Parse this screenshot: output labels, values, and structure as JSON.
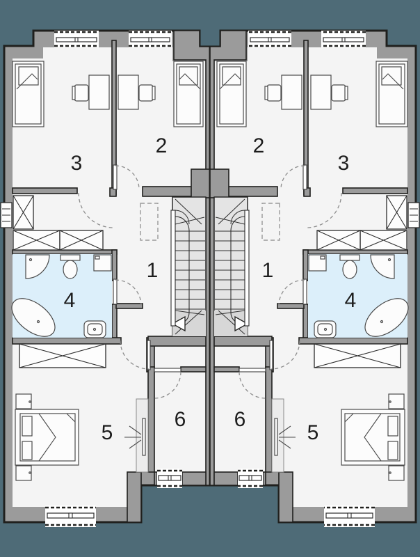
{
  "palette": {
    "background": "#4e6b77",
    "wall": "#9b9b9b",
    "outline": "#20201e",
    "floor": "#f4f4f4",
    "bath_floor": "#dceffa",
    "stair": "#e4e4e4",
    "furniture": "#fcfcfc",
    "dash": "#8d8d8d"
  },
  "units": {
    "left": {
      "name": "left-unit",
      "rooms": [
        {
          "id": "hall-stairs",
          "label": "1"
        },
        {
          "id": "bedroom-inner",
          "label": "2"
        },
        {
          "id": "bedroom-outer",
          "label": "3"
        },
        {
          "id": "bathroom",
          "label": "4"
        },
        {
          "id": "bedroom-main",
          "label": "5"
        },
        {
          "id": "dressing-room",
          "label": "6"
        }
      ]
    },
    "right": {
      "name": "right-unit",
      "rooms": [
        {
          "id": "hall-stairs",
          "label": "1"
        },
        {
          "id": "bedroom-inner",
          "label": "2"
        },
        {
          "id": "bedroom-outer",
          "label": "3"
        },
        {
          "id": "bathroom",
          "label": "4"
        },
        {
          "id": "bedroom-main",
          "label": "5"
        },
        {
          "id": "dressing-room",
          "label": "6"
        }
      ]
    }
  }
}
